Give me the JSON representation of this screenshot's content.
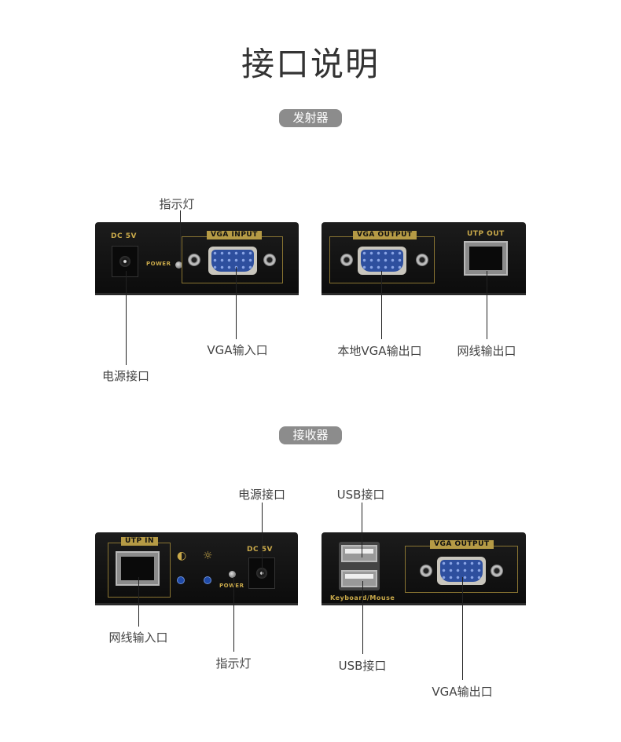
{
  "title": "接口说明",
  "transmitter": {
    "section_label": "发射器",
    "callouts": {
      "led": "指示灯",
      "power": "电源接口",
      "vga_in": "VGA输入口",
      "local_vga_out": "本地VGA输出口",
      "utp_out": "网线输出口"
    },
    "panel": {
      "dc": "DC 5V",
      "power": "POWER",
      "vga_input": "VGA INPUT",
      "vga_output": "VGA OUTPUT",
      "utp_out": "UTP OUT"
    }
  },
  "receiver": {
    "section_label": "接收器",
    "callouts": {
      "power": "电源接口",
      "usb_top": "USB接口",
      "utp_in": "网线输入口",
      "led": "指示灯",
      "usb_bottom": "USB接口",
      "vga_out": "VGA输出口"
    },
    "panel": {
      "utp_in": "UTP IN",
      "dc": "DC 5V",
      "power": "POWER",
      "keyboard_mouse": "Keyboard/Mouse",
      "vga_output": "VGA OUTPUT",
      "contrast_icon": "◐",
      "brightness_icon": "☼"
    }
  }
}
